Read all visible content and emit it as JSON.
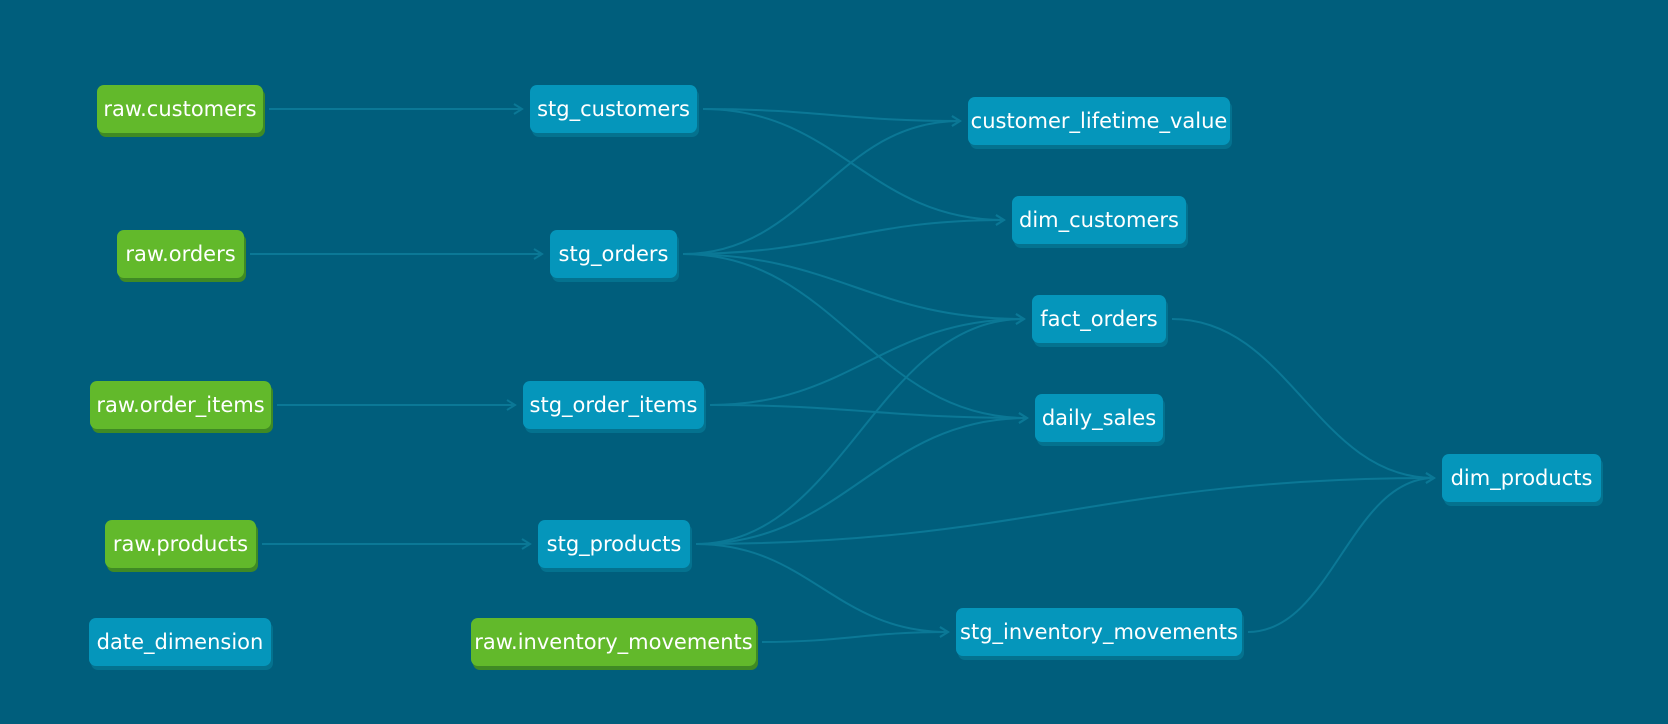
{
  "colors": {
    "background": "#005e7c",
    "source_node": "#62b92b",
    "model_node": "#0596bb",
    "edge": "#0b7896"
  },
  "nodes": {
    "raw_customers": {
      "label": "raw.customers",
      "kind": "source"
    },
    "raw_orders": {
      "label": "raw.orders",
      "kind": "source"
    },
    "raw_order_items": {
      "label": "raw.order_items",
      "kind": "source"
    },
    "raw_products": {
      "label": "raw.products",
      "kind": "source"
    },
    "date_dimension": {
      "label": "date_dimension",
      "kind": "model"
    },
    "raw_inventory_movements": {
      "label": "raw.inventory_movements",
      "kind": "source"
    },
    "stg_customers": {
      "label": "stg_customers",
      "kind": "model"
    },
    "stg_orders": {
      "label": "stg_orders",
      "kind": "model"
    },
    "stg_order_items": {
      "label": "stg_order_items",
      "kind": "model"
    },
    "stg_products": {
      "label": "stg_products",
      "kind": "model"
    },
    "customer_lifetime_value": {
      "label": "customer_lifetime_value",
      "kind": "model"
    },
    "dim_customers": {
      "label": "dim_customers",
      "kind": "model"
    },
    "fact_orders": {
      "label": "fact_orders",
      "kind": "model"
    },
    "daily_sales": {
      "label": "daily_sales",
      "kind": "model"
    },
    "stg_inventory_movements": {
      "label": "stg_inventory_movements",
      "kind": "model"
    },
    "dim_products": {
      "label": "dim_products",
      "kind": "model"
    }
  },
  "edges": [
    [
      "raw_customers",
      "stg_customers"
    ],
    [
      "raw_orders",
      "stg_orders"
    ],
    [
      "raw_order_items",
      "stg_order_items"
    ],
    [
      "raw_products",
      "stg_products"
    ],
    [
      "raw_inventory_movements",
      "stg_inventory_movements"
    ],
    [
      "stg_customers",
      "customer_lifetime_value"
    ],
    [
      "stg_customers",
      "dim_customers"
    ],
    [
      "stg_orders",
      "customer_lifetime_value"
    ],
    [
      "stg_orders",
      "dim_customers"
    ],
    [
      "stg_orders",
      "fact_orders"
    ],
    [
      "stg_orders",
      "daily_sales"
    ],
    [
      "stg_order_items",
      "fact_orders"
    ],
    [
      "stg_order_items",
      "daily_sales"
    ],
    [
      "stg_products",
      "fact_orders"
    ],
    [
      "stg_products",
      "daily_sales"
    ],
    [
      "stg_products",
      "dim_products"
    ],
    [
      "stg_products",
      "stg_inventory_movements"
    ],
    [
      "fact_orders",
      "dim_products"
    ],
    [
      "stg_inventory_movements",
      "dim_products"
    ]
  ]
}
